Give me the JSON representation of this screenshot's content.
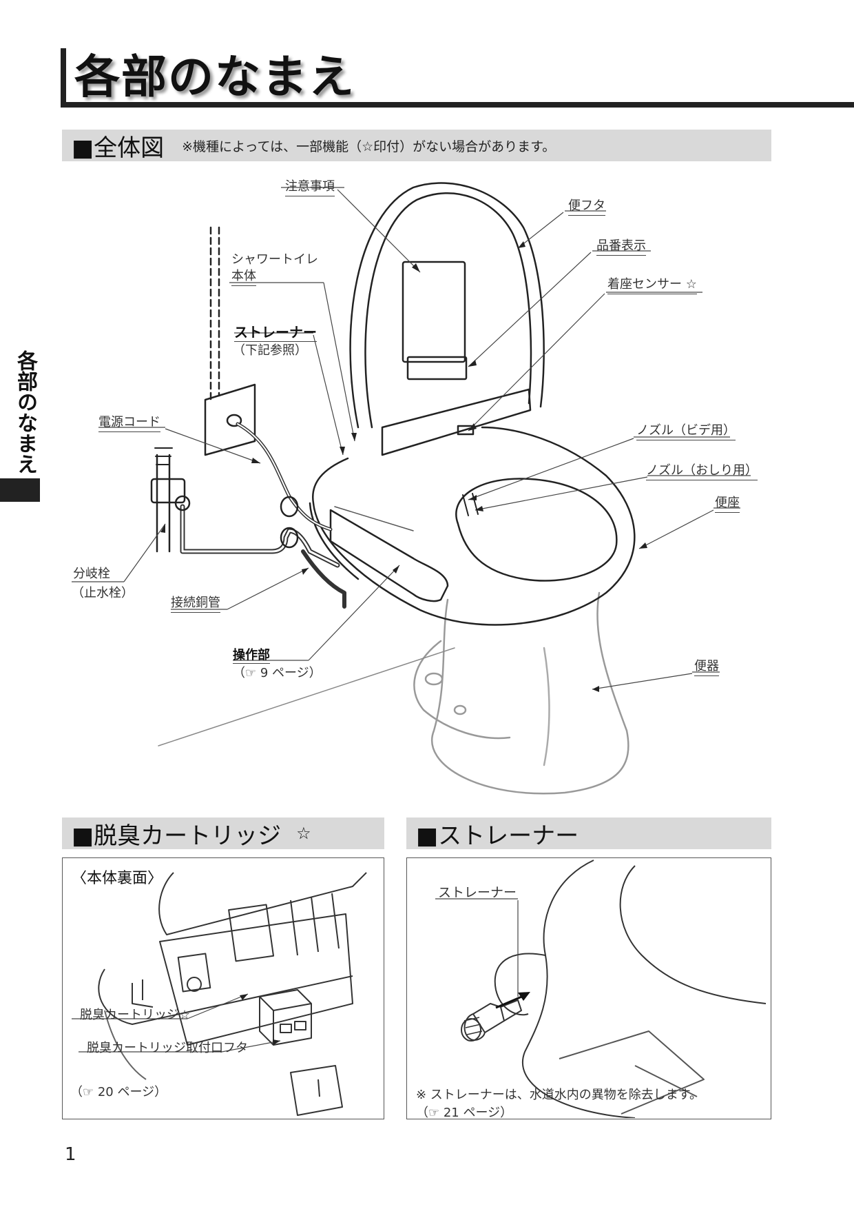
{
  "page_title": "各部のなまえ",
  "side_tab": "各部のなまえ",
  "page_number": "1",
  "overview": {
    "header": "■全体図",
    "note": "※機種によっては、一部機能（☆印付）がない場合があります。",
    "labels": {
      "caution": "注意事項",
      "lid": "便フタ",
      "model_number": "品番表示",
      "seat_sensor": "着座センサー ☆",
      "body_line1": "シャワートイレ",
      "body_line2": "本体",
      "strainer": "ストレーナー",
      "strainer_ref": "（下記参照）",
      "power_cord": "電源コード",
      "nozzle_bidet": "ノズル（ビデ用）",
      "nozzle_rear": "ノズル（おしり用）",
      "seat": "便座",
      "branch_valve": "分岐栓",
      "stop_valve": "（止水栓）",
      "copper_pipe": "接続銅管",
      "control_panel": "操作部",
      "control_ref": "（☞ 9 ページ）",
      "bowl": "便器"
    }
  },
  "deodorizer": {
    "header": "■脱臭カートリッジ",
    "star": "☆",
    "subtitle": "〈本体裏面〉",
    "cartridge_label": "脱臭カートリッジ☆",
    "cover_label": "脱臭カートリッジ取付口フタ",
    "ref": "（☞ 20 ページ）"
  },
  "strainer_section": {
    "header": "■ストレーナー",
    "label": "ストレーナー",
    "note": "※ ストレーナーは、水道水内の異物を除去します。",
    "ref": "（☞ 21 ページ）"
  }
}
